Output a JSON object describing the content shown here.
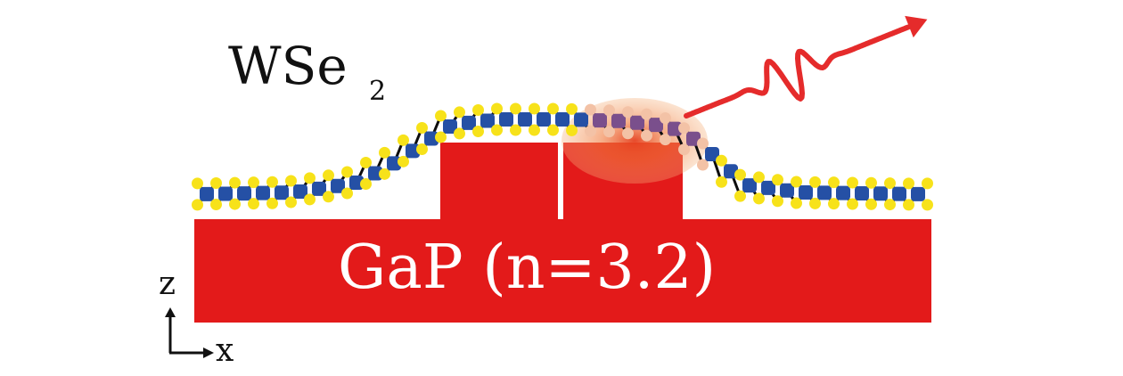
{
  "colors": {
    "substrate": "#e31a1a",
    "bond": "#0d0d0d",
    "tungsten_atom": "#2550a5",
    "selenium_atom": "#f7e21a",
    "exciton_glow": "#f5b07a",
    "emission": "#e52b2b",
    "background": "#ffffff"
  },
  "labels": {
    "material_main": "WSe",
    "material_subscript": "2",
    "substrate": "GaP (n=3.2)",
    "axis_z": "z",
    "axis_x": "x"
  },
  "icons": {
    "emission_arrow": "wavy-arrow-icon",
    "axes": "coordinate-axes-icon"
  }
}
